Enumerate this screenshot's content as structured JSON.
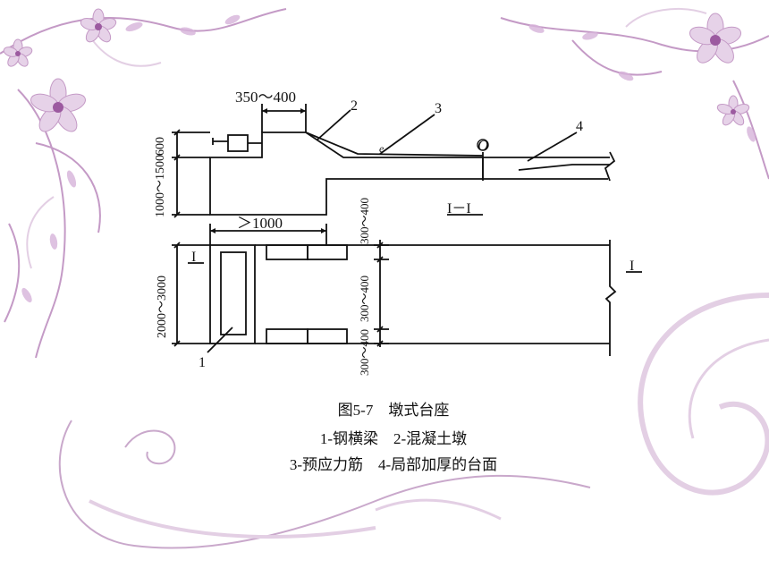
{
  "colors": {
    "ink": "#111111",
    "vine": "#c49ac6",
    "vine_light": "#e3cfe4",
    "flower": "#d7b3da",
    "flower_center": "#9c5aa0"
  },
  "drawing": {
    "dim_top": "350～400",
    "dim_left_upper": "600",
    "dim_left_lower": "1000～1500",
    "dim_plan_width": "＞1000",
    "dim_plan_height": "2000～3000",
    "dim_right_top": "300～400",
    "dim_right_mid": "300～400",
    "dim_right_bottom": "300～400",
    "marker_2": "2",
    "marker_3": "3",
    "marker_4": "4",
    "marker_1": "1",
    "marker_o": "O",
    "marker_e": "e",
    "section_label": "I－I",
    "section_mark_left": "I",
    "section_mark_right": "I"
  },
  "caption": {
    "title": "图5-7　墩式台座",
    "line1": "1-钢横梁　2-混凝土墩",
    "line2": "3-预应力筋　4-局部加厚的台面"
  }
}
